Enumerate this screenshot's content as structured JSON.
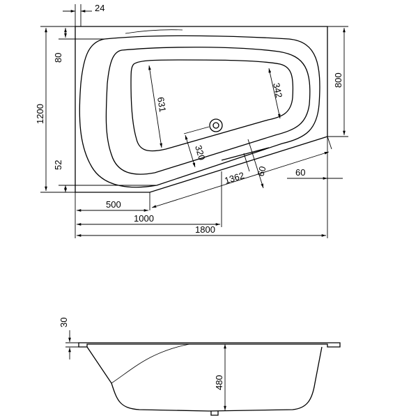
{
  "top_view": {
    "dimensions": {
      "d24": "24",
      "d80": "80",
      "d1200": "1200",
      "d52": "52",
      "d800": "800",
      "d631": "631",
      "d342": "342",
      "d320": "320",
      "d1362": "1362",
      "d60_diag": "60",
      "d60_right": "60",
      "d500": "500",
      "d1000": "1000",
      "d1800": "1800"
    }
  },
  "side_view": {
    "dimensions": {
      "d30": "30",
      "d480": "480"
    }
  }
}
